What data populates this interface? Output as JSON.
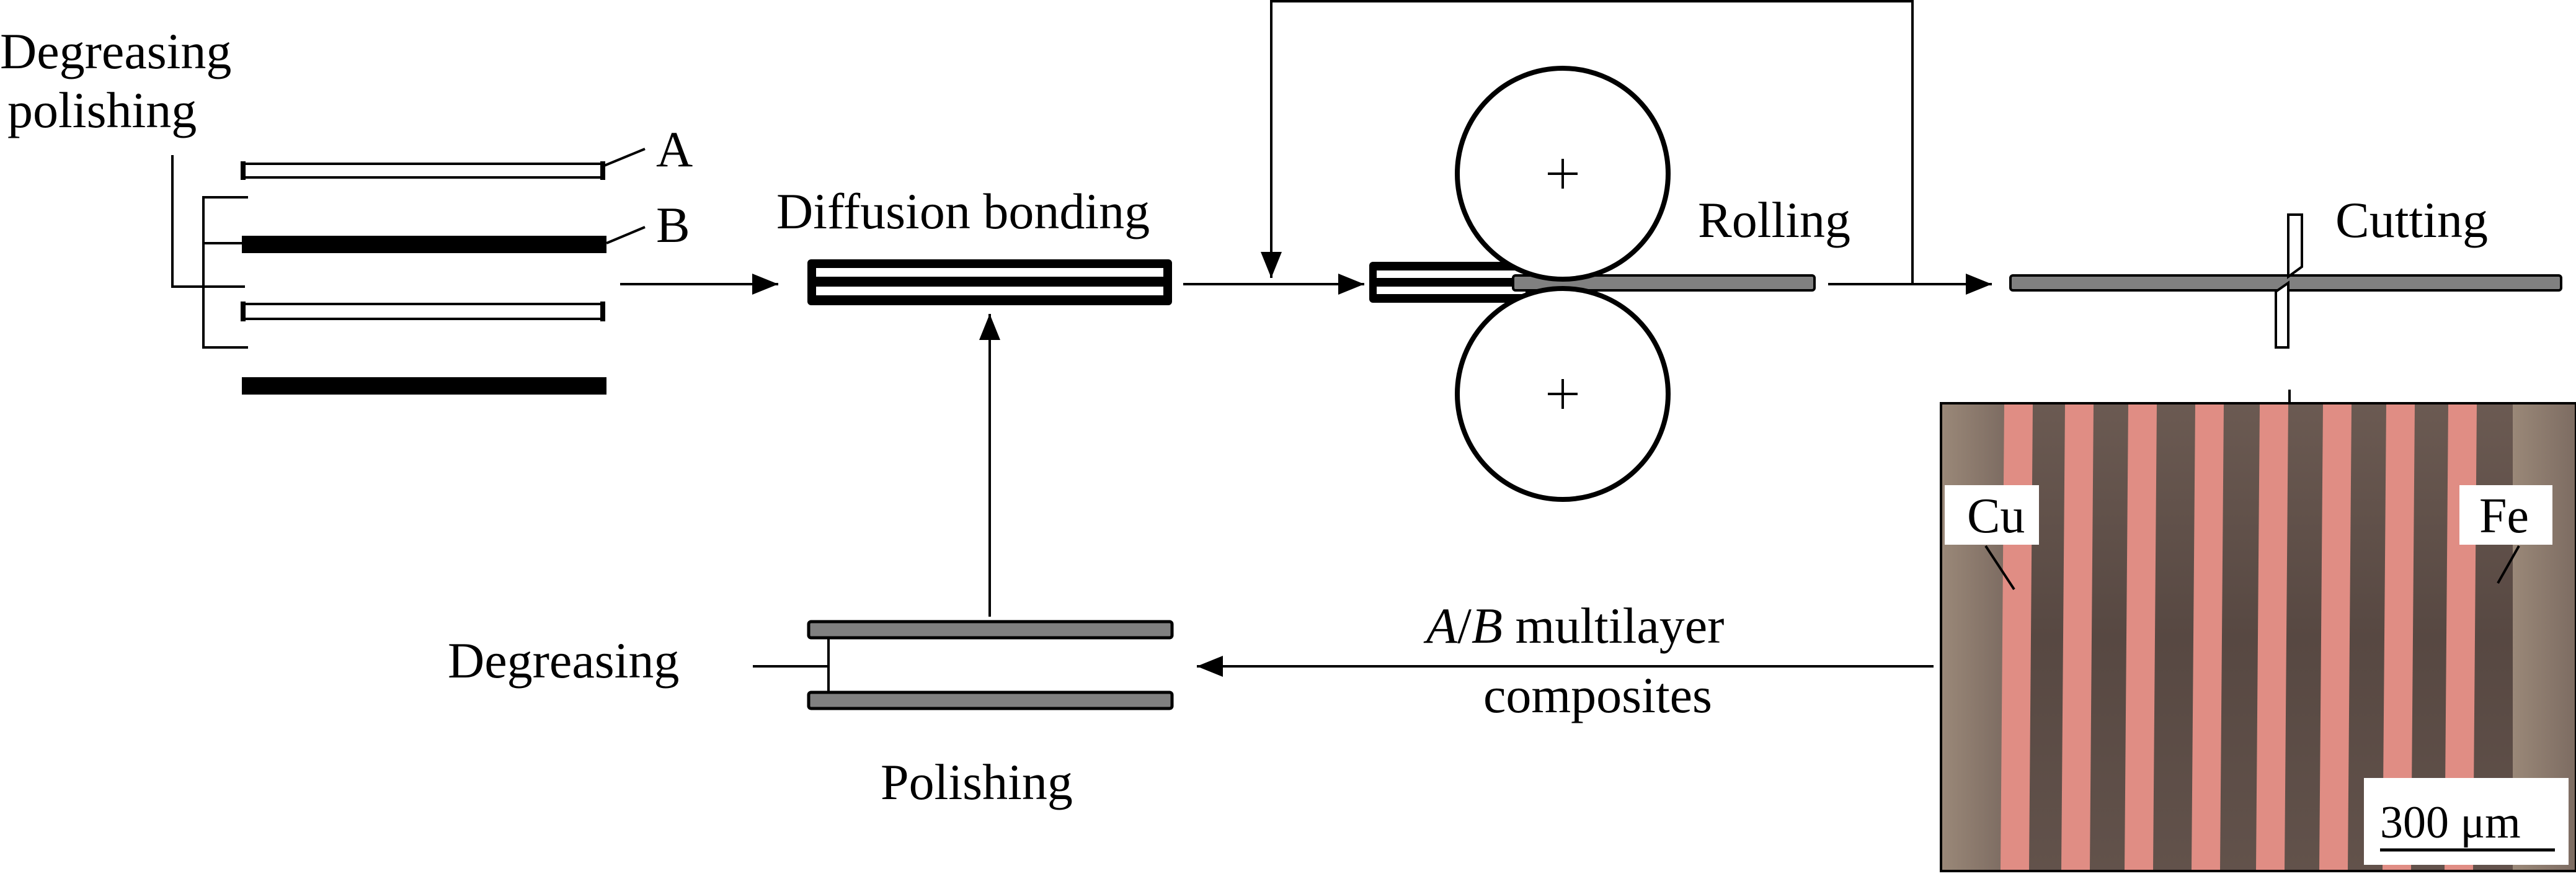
{
  "labels": {
    "degreasing_polishing": [
      "Degreasing",
      "polishing"
    ],
    "a": "A",
    "b": "B",
    "diffusion_bonding": "Diffusion bonding",
    "rolling": "Rolling",
    "cutting": "Cutting",
    "degreasing": "Degreasing",
    "polishing": "Polishing",
    "composites": {
      "a": "A",
      "slash": "/",
      "b": "B",
      "rest": " multilayer",
      "line2": "composites"
    }
  },
  "micrograph": {
    "cu": "Cu",
    "fe": "Fe",
    "scale_bar": "300 μm"
  },
  "colors": {
    "line": "#000000",
    "gray_plate": "#808080",
    "copper": "#e08d84",
    "iron": "#5a4a44",
    "background": "#ffffff"
  }
}
